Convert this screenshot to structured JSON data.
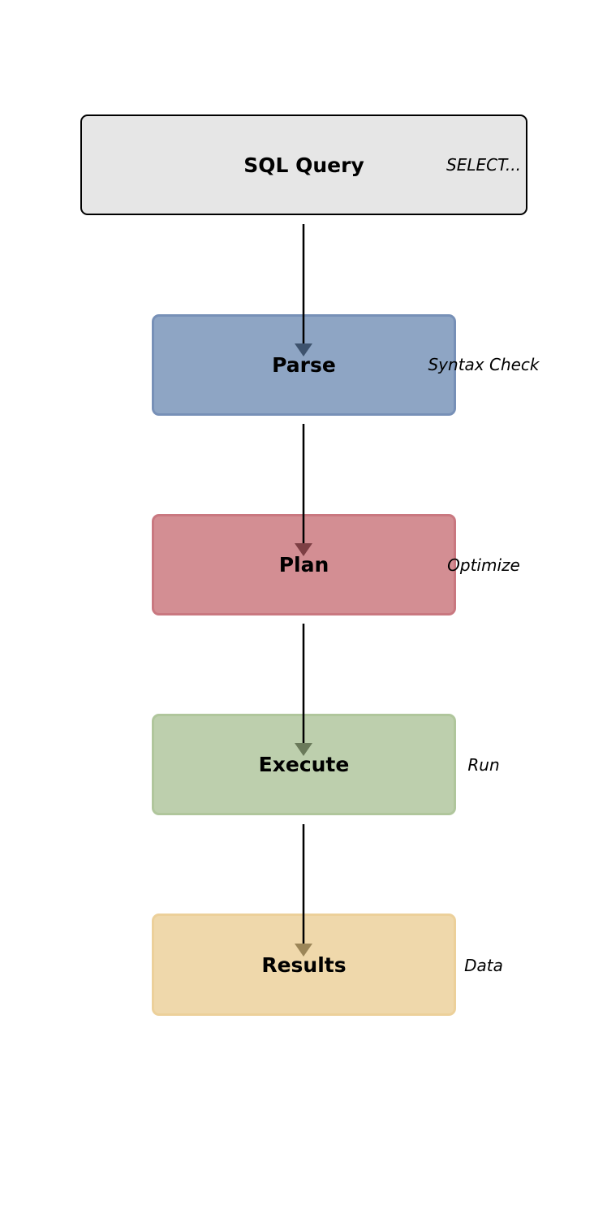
{
  "nodes": [
    {
      "id": "sql",
      "label": "SQL Query",
      "annotation": "SELECT...",
      "fill": "#e6e6e6",
      "border": "#000000",
      "arrow_color": null
    },
    {
      "id": "parse",
      "label": "Parse",
      "annotation": "Syntax Check",
      "fill": "#8ea5c4",
      "border": "#7790b7",
      "arrow_color": "#3e536e"
    },
    {
      "id": "plan",
      "label": "Plan",
      "annotation": "Optimize",
      "fill": "#d38e93",
      "border": "#c97880",
      "arrow_color": "#7e3f44"
    },
    {
      "id": "execute",
      "label": "Execute",
      "annotation": "Run",
      "fill": "#bdcfad",
      "border": "#b0c69c",
      "arrow_color": "#6a7a5a"
    },
    {
      "id": "results",
      "label": "Results",
      "annotation": "Data",
      "fill": "#efd8ab",
      "border": "#ecd09a",
      "arrow_color": "#9c8658"
    }
  ],
  "edges": [
    {
      "from": "sql",
      "to": "parse"
    },
    {
      "from": "parse",
      "to": "plan"
    },
    {
      "from": "plan",
      "to": "execute"
    },
    {
      "from": "execute",
      "to": "results"
    }
  ]
}
